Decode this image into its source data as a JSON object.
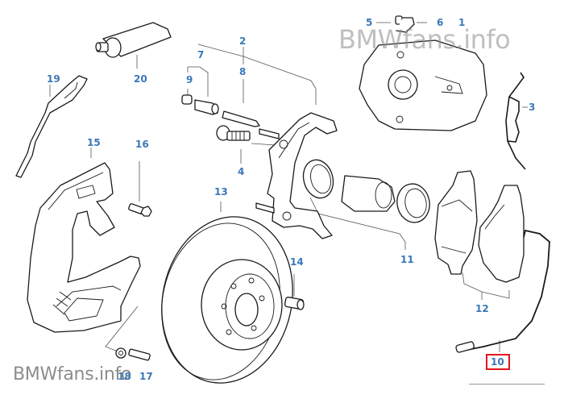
{
  "diagram": {
    "title": "Front brake assembly exploded view",
    "watermark_top": "BMWfans.info",
    "watermark_bottom": "BMWfans.info",
    "highlight_color": "#e0161c",
    "label_color": "#3a78b8",
    "highlighted_part": "10",
    "callouts": {
      "c1": "1",
      "c2": "2",
      "c3": "3",
      "c4": "4",
      "c5": "5",
      "c6": "6",
      "c7": "7",
      "c8": "8",
      "c9": "9",
      "c10": "10",
      "c11": "11",
      "c12": "12",
      "c13": "13",
      "c14": "14",
      "c15": "15",
      "c16": "16",
      "c17": "17",
      "c18": "18",
      "c19": "19",
      "c20": "20"
    },
    "parts": [
      {
        "id": "1",
        "name": "brake-caliper"
      },
      {
        "id": "2",
        "name": "caliper-carrier"
      },
      {
        "id": "3",
        "name": "anti-rattle-spring"
      },
      {
        "id": "4",
        "name": "hex-bolt"
      },
      {
        "id": "5",
        "name": "bleeder-cap"
      },
      {
        "id": "6",
        "name": "bleeder-valve"
      },
      {
        "id": "7",
        "name": "guide-sleeve"
      },
      {
        "id": "8",
        "name": "guide-pin"
      },
      {
        "id": "9",
        "name": "protective-cap"
      },
      {
        "id": "10",
        "name": "brake-pad-wear-sensor"
      },
      {
        "id": "11",
        "name": "piston-repair-kit"
      },
      {
        "id": "12",
        "name": "brake-pad-set"
      },
      {
        "id": "13",
        "name": "brake-disc"
      },
      {
        "id": "14",
        "name": "set-screw"
      },
      {
        "id": "15",
        "name": "protection-plate"
      },
      {
        "id": "16",
        "name": "hex-bolt-with-washer"
      },
      {
        "id": "17",
        "name": "bolt"
      },
      {
        "id": "18",
        "name": "nut"
      },
      {
        "id": "19",
        "name": "brake-hose-holder"
      },
      {
        "id": "20",
        "name": "grease-tube"
      }
    ]
  }
}
